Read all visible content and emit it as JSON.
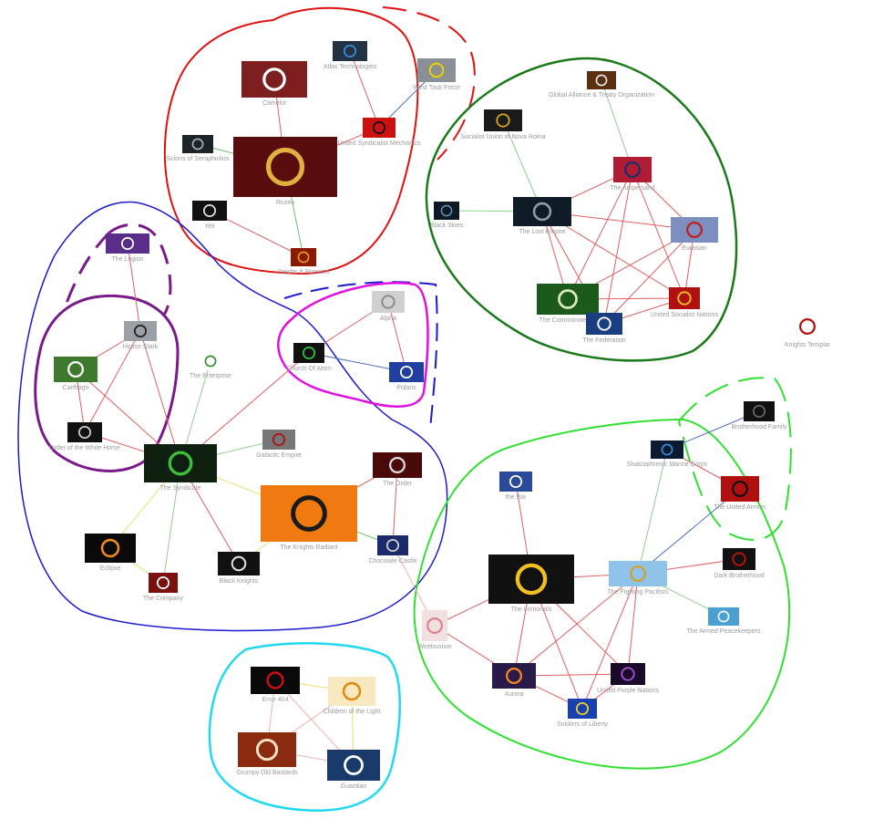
{
  "nodes": {
    "atlas": {
      "label": "Atlas Technologies",
      "colors": [
        "#223344",
        "#3a8fd0"
      ],
      "icon": "delta-icon"
    },
    "camelot": {
      "label": "Camelot",
      "colors": [
        "#7d1f1f",
        "#ffffff"
      ],
      "icon": "dragon-icon"
    },
    "west": {
      "label": "West Task Force",
      "colors": [
        "#8a9096",
        "#e8d000"
      ],
      "icon": "smiley-icon"
    },
    "united_synd": {
      "label": "United Syndicalist Mechanics",
      "colors": [
        "#cc1111",
        "#111111"
      ],
      "icon": "gears-icon"
    },
    "seraphim": {
      "label": "Scions of Seraphiclios",
      "colors": [
        "#1c2428",
        "#aeb6bb"
      ],
      "icon": "wing-icon"
    },
    "rozen": {
      "label": "Rozen",
      "colors": [
        "#5a0d0d",
        "#e0b040"
      ],
      "icon": "diamond-emblem-icon"
    },
    "yeti": {
      "label": "Yeti",
      "colors": [
        "#111111",
        "#dddddd"
      ],
      "icon": "cross-icon"
    },
    "reichs": {
      "label": "Reichs & Romans",
      "colors": [
        "#8a1a00",
        "#e0a020"
      ],
      "icon": "eagle-icon"
    },
    "gato": {
      "label": "Global Alliance & Treaty Organization",
      "colors": [
        "#5a3010",
        "#f0f0f0"
      ],
      "icon": "stripe-icon"
    },
    "socialist_union": {
      "label": "Socialist Union of Nova Roma",
      "colors": [
        "#1a1a1a",
        "#d4a020"
      ],
      "icon": "sash-icon"
    },
    "ampersand": {
      "label": "The Ampersand",
      "colors": [
        "#b01c34",
        "#1a2f6b"
      ],
      "icon": "ampersand-icon"
    },
    "black_skies": {
      "label": "Black Skies",
      "colors": [
        "#0d1a26",
        "#6688aa"
      ],
      "icon": "cloud-icon"
    },
    "lost_empire": {
      "label": "The Lost Empire",
      "colors": [
        "#0f1c26",
        "#8aa0a8"
      ],
      "icon": "obelisk-icon"
    },
    "eurasian": {
      "label": "Eurasian",
      "colors": [
        "#7d8fc0",
        "#c0201c"
      ],
      "icon": "banner-icon"
    },
    "commonwealth": {
      "label": "The Commonwealth",
      "colors": [
        "#1c5a1c",
        "#d8e8c0"
      ],
      "icon": "tree-icon"
    },
    "united_socialist_nations": {
      "label": "United Socialist Nations",
      "colors": [
        "#b01010",
        "#f0c020"
      ],
      "icon": "sun-icon"
    },
    "federation": {
      "label": "The Federation",
      "colors": [
        "#1a3f80",
        "#ffffff"
      ],
      "icon": "stars-cross-icon"
    },
    "knights_templar": {
      "label": "Knights Templar",
      "colors": [
        "#ffffff",
        "#b01010"
      ],
      "icon": "templar-cross-icon"
    },
    "legion": {
      "label": "The Legion",
      "colors": [
        "#5a2d8a",
        "#ffffff"
      ],
      "icon": "wreath-icon"
    },
    "house_stark": {
      "label": "House Stark",
      "colors": [
        "#9aa0a4",
        "#222222"
      ],
      "icon": "wolf-icon"
    },
    "carthago": {
      "label": "Carthago",
      "colors": [
        "#3e7a2e",
        "#ffffff"
      ],
      "icon": "coin-icon"
    },
    "order_white_horse": {
      "label": "Order of the White Horse",
      "colors": [
        "#111111",
        "#cccccc"
      ],
      "icon": "horse-icon"
    },
    "enterprise": {
      "label": "The Enterprise",
      "colors": [
        "#ffffff",
        "#2a8a2a"
      ],
      "icon": "ship-icon"
    },
    "church_atom": {
      "label": "Church Of Atom",
      "colors": [
        "#111111",
        "#2fc040"
      ],
      "icon": "atom-icon"
    },
    "alpha": {
      "label": "Alpha",
      "colors": [
        "#d0d0d0",
        "#888888"
      ],
      "icon": "star-icon"
    },
    "polaris": {
      "label": "Polaris",
      "colors": [
        "#2040a0",
        "#ffffff"
      ],
      "icon": "star-icon"
    },
    "galactic": {
      "label": "Galactic Empire",
      "colors": [
        "#777777",
        "#b01010"
      ],
      "icon": "cog-icon"
    },
    "syndicate": {
      "label": "The Syndicate",
      "colors": [
        "#0f1f0f",
        "#3cbf3c"
      ],
      "icon": "syndicate-crest-icon"
    },
    "order": {
      "label": "The Order",
      "colors": [
        "#4a0a0a",
        "#dddddd"
      ],
      "icon": "wings-icon"
    },
    "knights_radiant": {
      "label": "The Knights Radiant",
      "colors": [
        "#f07a10",
        "#1a1a1a"
      ],
      "icon": "radiant-glyph-icon"
    },
    "eclipse": {
      "label": "Eclipse",
      "colors": [
        "#0a0a0a",
        "#f08a1a"
      ],
      "icon": "ring-icon"
    },
    "company": {
      "label": "The Company",
      "colors": [
        "#7a1010",
        "#ffffff"
      ],
      "icon": "crest-icon"
    },
    "black_knights": {
      "label": "Black Knights",
      "colors": [
        "#111111",
        "#dddddd"
      ],
      "icon": "knight-icon"
    },
    "chocolate": {
      "label": "Chocolate Castle",
      "colors": [
        "#1a2a6b",
        "#d0d0d0"
      ],
      "icon": "castle-icon"
    },
    "brotherhood_family": {
      "label": "Brotherhood Family",
      "colors": [
        "#111111",
        "#666666"
      ],
      "icon": "shield-icon"
    },
    "shatz": {
      "label": "Shatzophrenic Marine Corps",
      "colors": [
        "#0a1a30",
        "#3a8fe0"
      ],
      "icon": "emblem-icon"
    },
    "united_armies": {
      "label": "The United Armies",
      "colors": [
        "#b01010",
        "#111111"
      ],
      "icon": "chevron-icon"
    },
    "ilse": {
      "label": "the Ilse",
      "colors": [
        "#2a4a9a",
        "#ffffff"
      ],
      "icon": "sunburst-icon"
    },
    "immortals": {
      "label": "The Immortals",
      "colors": [
        "#111111",
        "#f0c020"
      ],
      "icon": "ankh-icon"
    },
    "fighting_pacifists": {
      "label": "The Fighting Pacifists",
      "colors": [
        "#8fc4e8",
        "#d4a030"
      ],
      "icon": "coat-of-arms-icon"
    },
    "dark_brotherhood": {
      "label": "Dark Brotherhood",
      "colors": [
        "#111111",
        "#c01010"
      ],
      "icon": "hand-icon"
    },
    "weebunism": {
      "label": "Weebunism",
      "colors": [
        "#f0e0e0",
        "#e08090"
      ],
      "icon": "anime-face-icon"
    },
    "armed_peacekeepers": {
      "label": "The Armed Peacekeepers",
      "colors": [
        "#4aa0d0",
        "#ffffff"
      ],
      "icon": "dove-icon"
    },
    "aurora": {
      "label": "Aurora",
      "colors": [
        "#2a1a4a",
        "#f08a20"
      ],
      "icon": "sunset-icon"
    },
    "united_purple": {
      "label": "United Purple Nations",
      "colors": [
        "#1a0a2a",
        "#a050d0"
      ],
      "icon": "moon-icon"
    },
    "soldiers_liberty": {
      "label": "Soldiers of Liberty",
      "colors": [
        "#1a3fb0",
        "#f0d020"
      ],
      "icon": "stars-circle-icon"
    },
    "error404": {
      "label": "Error 404",
      "colors": [
        "#0a0a0a",
        "#d01010"
      ],
      "icon": "error-text-icon"
    },
    "children_light": {
      "label": "Children of the Light",
      "colors": [
        "#f8e8c0",
        "#e08a10"
      ],
      "icon": "sun-icon"
    },
    "grumpy": {
      "label": "Grumpy Old Bastards",
      "colors": [
        "#8a2a10",
        "#f0e0c0"
      ],
      "icon": "old-men-icon"
    },
    "guardian": {
      "label": "Guardian",
      "colors": [
        "#1a3a6b",
        "#ffffff"
      ],
      "icon": "shield-stripes-icon"
    }
  },
  "edges": [
    {
      "from": "atlas",
      "to": "united_synd",
      "color": "#e06060"
    },
    {
      "from": "west",
      "to": "united_synd",
      "color": "#5070c0"
    },
    {
      "from": "camelot",
      "to": "rozen",
      "color": "#e06060"
    },
    {
      "from": "united_synd",
      "to": "rozen",
      "color": "#e06060"
    },
    {
      "from": "rozen",
      "to": "seraphim",
      "color": "#6cc06c"
    },
    {
      "from": "rozen",
      "to": "reichs",
      "color": "#6cc06c"
    },
    {
      "from": "yeti",
      "to": "reichs",
      "color": "#e06060"
    },
    {
      "from": "lost_empire",
      "to": "socialist_union",
      "color": "#8ed08e"
    },
    {
      "from": "lost_empire",
      "to": "black_skies",
      "color": "#8ed08e"
    },
    {
      "from": "ampersand",
      "to": "gato",
      "color": "#8ed08e"
    },
    {
      "from": "lost_empire",
      "to": "ampersand",
      "color": "#e06060"
    },
    {
      "from": "lost_empire",
      "to": "eurasian",
      "color": "#e06060"
    },
    {
      "from": "lost_empire",
      "to": "commonwealth",
      "color": "#e06060"
    },
    {
      "from": "lost_empire",
      "to": "united_socialist_nations",
      "color": "#e06060"
    },
    {
      "from": "lost_empire",
      "to": "federation",
      "color": "#e06060"
    },
    {
      "from": "ampersand",
      "to": "eurasian",
      "color": "#e06060"
    },
    {
      "from": "ampersand",
      "to": "commonwealth",
      "color": "#e06060"
    },
    {
      "from": "ampersand",
      "to": "united_socialist_nations",
      "color": "#e06060"
    },
    {
      "from": "ampersand",
      "to": "federation",
      "color": "#e06060"
    },
    {
      "from": "eurasian",
      "to": "commonwealth",
      "color": "#e06060"
    },
    {
      "from": "eurasian",
      "to": "united_socialist_nations",
      "color": "#e06060"
    },
    {
      "from": "eurasian",
      "to": "federation",
      "color": "#e06060"
    },
    {
      "from": "commonwealth",
      "to": "united_socialist_nations",
      "color": "#e06060"
    },
    {
      "from": "commonwealth",
      "to": "federation",
      "color": "#e06060"
    },
    {
      "from": "united_socialist_nations",
      "to": "federation",
      "color": "#e06060"
    },
    {
      "from": "legion",
      "to": "house_stark",
      "color": "#e06060"
    },
    {
      "from": "house_stark",
      "to": "carthago",
      "color": "#e06060"
    },
    {
      "from": "house_stark",
      "to": "order_white_horse",
      "color": "#e06060"
    },
    {
      "from": "house_stark",
      "to": "syndicate",
      "color": "#e06060"
    },
    {
      "from": "carthago",
      "to": "order_white_horse",
      "color": "#e06060"
    },
    {
      "from": "carthago",
      "to": "syndicate",
      "color": "#e06060"
    },
    {
      "from": "order_white_horse",
      "to": "syndicate",
      "color": "#e06060"
    },
    {
      "from": "syndicate",
      "to": "enterprise",
      "color": "#8ed08e"
    },
    {
      "from": "syndicate",
      "to": "galactic",
      "color": "#8ed08e"
    },
    {
      "from": "syndicate",
      "to": "company",
      "color": "#8ed08e"
    },
    {
      "from": "syndicate",
      "to": "church_atom",
      "color": "#e06060"
    },
    {
      "from": "syndicate",
      "to": "eclipse",
      "color": "#e8e070"
    },
    {
      "from": "syndicate",
      "to": "knights_radiant",
      "color": "#e8e070"
    },
    {
      "from": "syndicate",
      "to": "black_knights",
      "color": "#e06060"
    },
    {
      "from": "eclipse",
      "to": "company",
      "color": "#e8e070"
    },
    {
      "from": "church_atom",
      "to": "alpha",
      "color": "#e06060"
    },
    {
      "from": "church_atom",
      "to": "polaris",
      "color": "#5070c0"
    },
    {
      "from": "alpha",
      "to": "polaris",
      "color": "#e06060"
    },
    {
      "from": "knights_radiant",
      "to": "order",
      "color": "#e06060"
    },
    {
      "from": "knights_radiant",
      "to": "chocolate",
      "color": "#6cc06c"
    },
    {
      "from": "knights_radiant",
      "to": "black_knights",
      "color": "#e8e070"
    },
    {
      "from": "order",
      "to": "chocolate",
      "color": "#e06060"
    },
    {
      "from": "chocolate",
      "to": "weebunism",
      "color": "#f0b0b0"
    },
    {
      "from": "shatz",
      "to": "brotherhood_family",
      "color": "#5070c0"
    },
    {
      "from": "shatz",
      "to": "united_armies",
      "color": "#e06060"
    },
    {
      "from": "fighting_pacifists",
      "to": "shatz",
      "color": "#8ed08e"
    },
    {
      "from": "fighting_pacifists",
      "to": "united_armies",
      "color": "#5070c0"
    },
    {
      "from": "fighting_pacifists",
      "to": "dark_brotherhood",
      "color": "#e06060"
    },
    {
      "from": "fighting_pacifists",
      "to": "armed_peacekeepers",
      "color": "#8ed08e"
    },
    {
      "from": "fighting_pacifists",
      "to": "immortals",
      "color": "#e06060"
    },
    {
      "from": "fighting_pacifists",
      "to": "aurora",
      "color": "#e06060"
    },
    {
      "from": "fighting_pacifists",
      "to": "united_purple",
      "color": "#e06060"
    },
    {
      "from": "fighting_pacifists",
      "to": "soldiers_liberty",
      "color": "#e06060"
    },
    {
      "from": "ilse",
      "to": "immortals",
      "color": "#e06060"
    },
    {
      "from": "immortals",
      "to": "weebunism",
      "color": "#e06060"
    },
    {
      "from": "immortals",
      "to": "aurora",
      "color": "#e06060"
    },
    {
      "from": "immortals",
      "to": "united_purple",
      "color": "#e06060"
    },
    {
      "from": "immortals",
      "to": "soldiers_liberty",
      "color": "#e06060"
    },
    {
      "from": "weebunism",
      "to": "aurora",
      "color": "#e06060"
    },
    {
      "from": "aurora",
      "to": "united_purple",
      "color": "#e06060"
    },
    {
      "from": "aurora",
      "to": "soldiers_liberty",
      "color": "#e06060"
    },
    {
      "from": "united_purple",
      "to": "soldiers_liberty",
      "color": "#e06060"
    },
    {
      "from": "error404",
      "to": "children_light",
      "color": "#e8e070"
    },
    {
      "from": "error404",
      "to": "grumpy",
      "color": "#f0b0b0"
    },
    {
      "from": "error404",
      "to": "guardian",
      "color": "#f0b0b0"
    },
    {
      "from": "children_light",
      "to": "grumpy",
      "color": "#f0b0b0"
    },
    {
      "from": "children_light",
      "to": "guardian",
      "color": "#e8e070"
    },
    {
      "from": "grumpy",
      "to": "guardian",
      "color": "#f0b0b0"
    }
  ],
  "groups": [
    {
      "name": "red-cluster",
      "color": "#e01010"
    },
    {
      "name": "dark-green-cluster",
      "color": "#1a7a1a"
    },
    {
      "name": "blue-cluster",
      "color": "#1a1ad0"
    },
    {
      "name": "purple-cluster",
      "color": "#7a1a8a"
    },
    {
      "name": "magenta-cluster",
      "color": "#e010e0"
    },
    {
      "name": "bright-green-cluster",
      "color": "#30e030"
    },
    {
      "name": "cyan-cluster",
      "color": "#20d8f0"
    }
  ]
}
